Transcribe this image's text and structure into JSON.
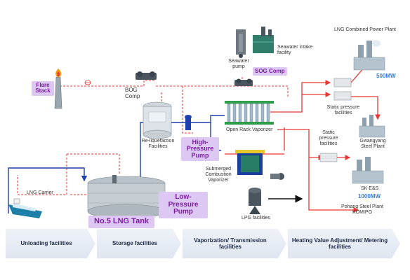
{
  "labels": {
    "lng_combined_power_plant": "LNG Combined Power Plant",
    "mw_500": "500MW",
    "seawater_intake_facility": "Seawater intake facility",
    "seawater_pump": "Seawater pump",
    "sog_comp": "SOG Comp",
    "flare_stack": "Flare Stack",
    "bog_comp": "BOG Comp",
    "reliquefaction_facilities": "Re-liquefaction Facilities",
    "open_rack_vaporizer": "Open Rack Vaporizer",
    "static_pressure_facilities_1": "Static pressure facilities",
    "static_pressure_facilities_2": "Static pressure facilities",
    "gwangyang_steel_plant": "Gwangyang Steel Plant",
    "high_pressure_pump": "High-Pressure Pump",
    "submerged_combustion_vaporizer": "Submerged Combustion Vaporizer",
    "sk_es": "SK E&S",
    "mw_1000": "1000MW",
    "lng_carrier": "LNG Carrier",
    "low_pressure_pump": "Low-Pressure Pump",
    "lpg_facilities": "LPG facilities",
    "pohang_steel_plant": "Pohang Steel Plant KOMIPO",
    "no5_lng_tank": "No.5 LNG Tank"
  },
  "stages": [
    "Unloading facilities",
    "Storage facilities",
    "Vaporization/ Transmission facilities",
    "Heating Value Adjustment/ Metering facilities"
  ],
  "colors": {
    "callout_bg": "#dcc8f2",
    "callout_text": "#7a1fa2",
    "red_line": "#e53935",
    "blue_line": "#1e3fae",
    "mw_text": "#3a7bd5"
  }
}
